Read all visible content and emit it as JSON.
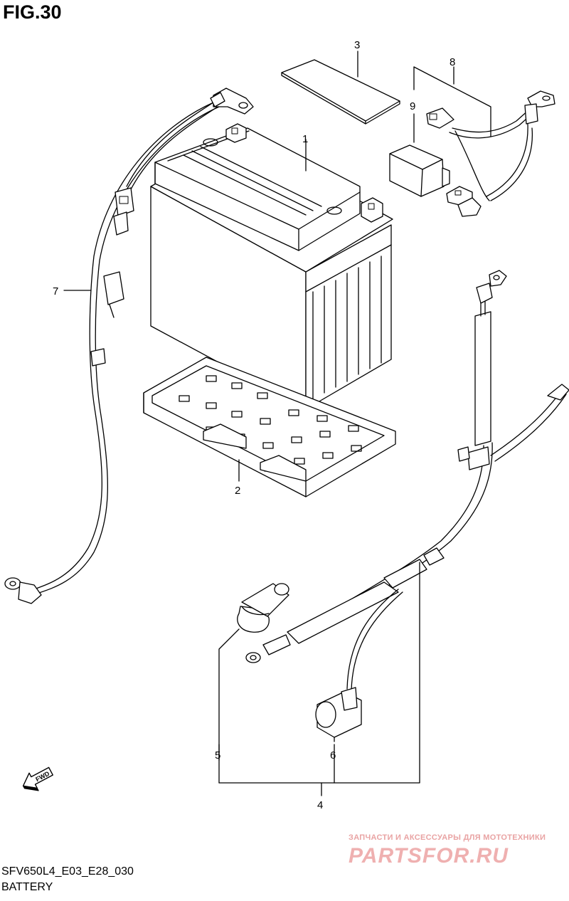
{
  "figure": {
    "title": "FIG.30",
    "code": "SFV650L4_E03_E28_030",
    "caption": "BATTERY"
  },
  "callouts": [
    "1",
    "2",
    "3",
    "4",
    "5",
    "6",
    "7",
    "8",
    "9"
  ],
  "direction_badge": "FWD",
  "watermark": {
    "tagline": "ЗАПЧАСТИ И АКСЕССУАРЫ ДЛЯ МОТОТЕХНИКИ",
    "logo": "PARTSFOR.RU"
  },
  "colors": {
    "line": "#000000",
    "background": "#ffffff",
    "watermark": "#e9a3a3"
  }
}
